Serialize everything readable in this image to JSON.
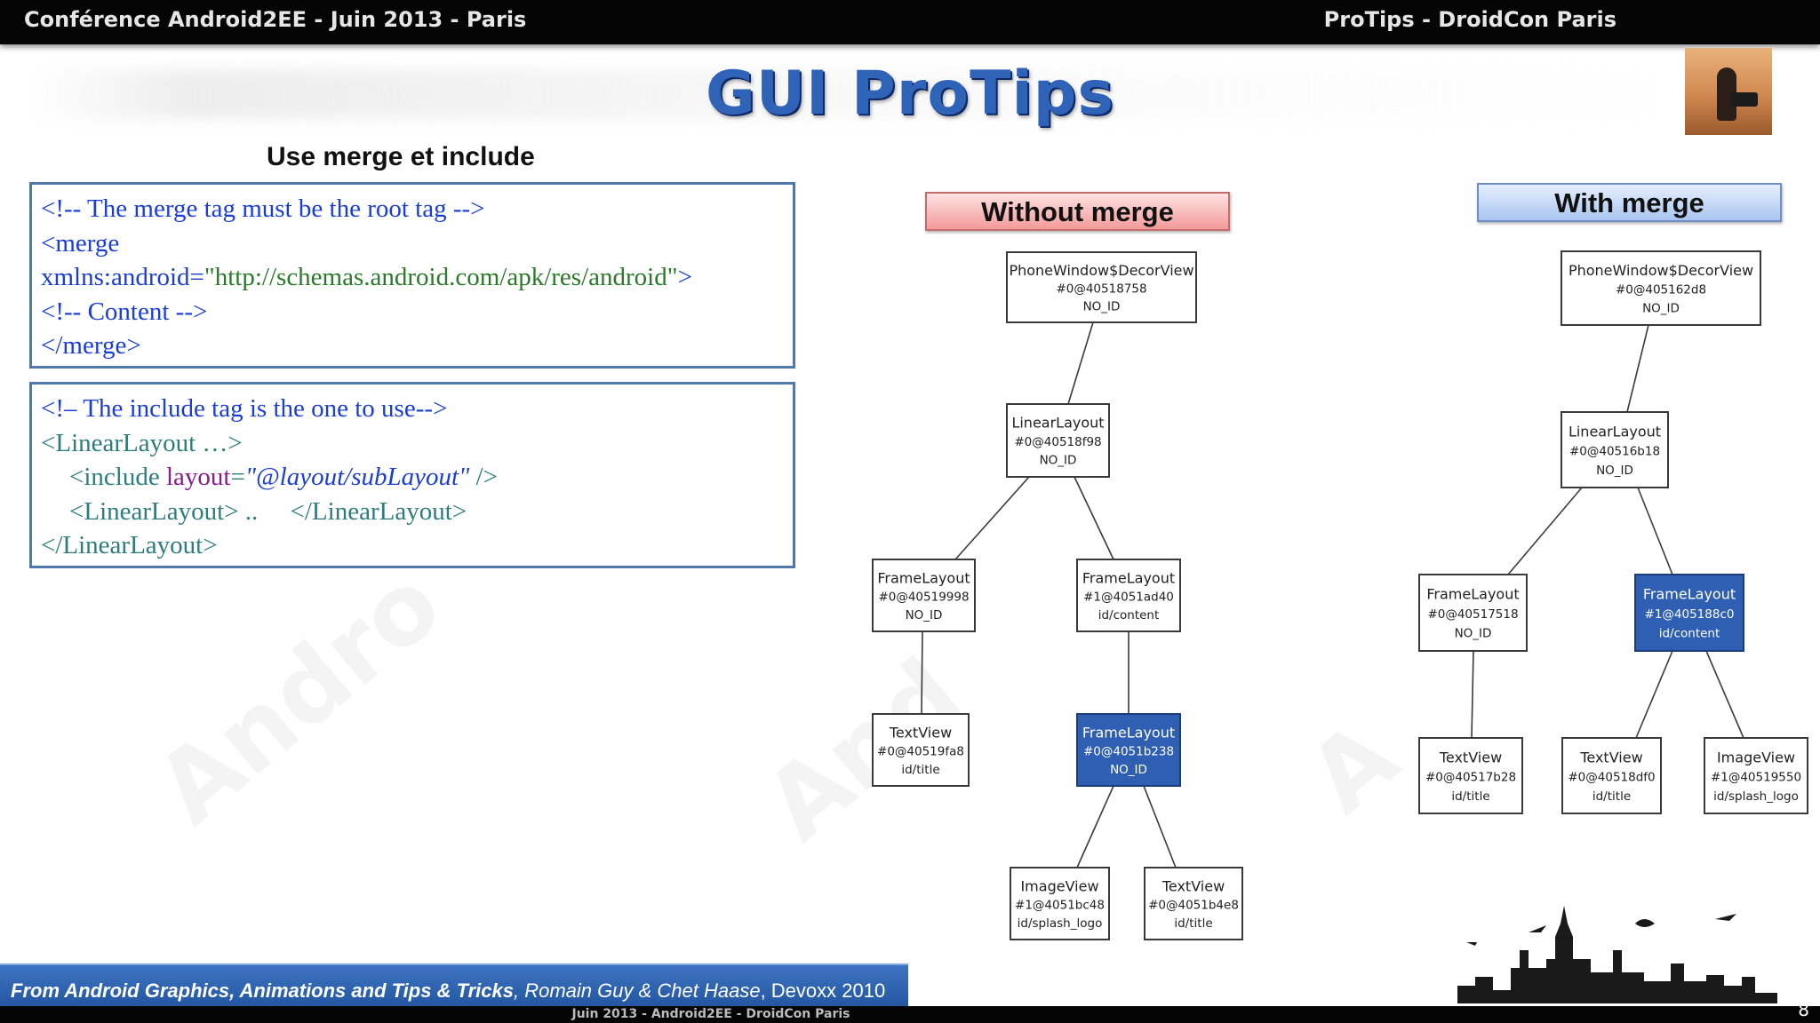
{
  "header": {
    "left_text": "Conférence Android2EE -  Juin 2013 - Paris",
    "right_text": "ProTips - DroidCon Paris"
  },
  "slide": {
    "title": "GUI ProTips",
    "subtitle": "Use merge et include",
    "page_number": "8"
  },
  "code_merge": {
    "line1": "<!-- The merge tag must be the root tag -->",
    "line2": "<merge",
    "line3_attr": "xmlns:android=",
    "line3_value": "\"http://schemas.android.com/apk/res/android\"",
    "line3_end": ">",
    "line4": "<!-- Content -->",
    "line5": "</merge>"
  },
  "code_include": {
    "line1": "<!– The include tag is the one to use-->",
    "line2": "<LinearLayout …>",
    "line3_tag": "<include ",
    "line3_attr": "layout",
    "line3_eq": "=",
    "line3_value": "\"@layout/subLayout\"",
    "line3_end": " />",
    "line4": "<LinearLayout> ..     </LinearLayout>",
    "line5": "</LinearLayout>"
  },
  "without_merge": {
    "label": "Without merge",
    "nodes": [
      {
        "type": "PhoneWindow$DecorView",
        "address": "#0@40518758",
        "id": "NO_ID"
      },
      {
        "type": "LinearLayout",
        "address": "#0@40518f98",
        "id": "NO_ID"
      },
      {
        "type": "FrameLayout",
        "address": "#0@40519998",
        "id": "NO_ID"
      },
      {
        "type": "FrameLayout",
        "address": "#1@4051ad40",
        "id": "id/content"
      },
      {
        "type": "TextView",
        "address": "#0@40519fa8",
        "id": "id/title"
      },
      {
        "type": "FrameLayout",
        "address": "#0@4051b238",
        "id": "NO_ID",
        "selected": true
      },
      {
        "type": "ImageView",
        "address": "#1@4051bc48",
        "id": "id/splash_logo"
      },
      {
        "type": "TextView",
        "address": "#0@4051b4e8",
        "id": "id/title"
      }
    ]
  },
  "with_merge": {
    "label": "With merge",
    "nodes": [
      {
        "type": "PhoneWindow$DecorView",
        "address": "#0@405162d8",
        "id": "NO_ID"
      },
      {
        "type": "LinearLayout",
        "address": "#0@40516b18",
        "id": "NO_ID"
      },
      {
        "type": "FrameLayout",
        "address": "#0@40517518",
        "id": "NO_ID"
      },
      {
        "type": "FrameLayout",
        "address": "#1@405188c0",
        "id": "id/content",
        "selected": true
      },
      {
        "type": "TextView",
        "address": "#0@40517b28",
        "id": "id/title"
      },
      {
        "type": "TextView",
        "address": "#0@40518df0",
        "id": "id/title"
      },
      {
        "type": "ImageView",
        "address": "#1@40519550",
        "id": "id/splash_logo"
      }
    ]
  },
  "footer": {
    "source_title": "From Android Graphics, Animations and Tips & Tricks",
    "authors": ", Romain Guy & Chet Haase",
    "event": ", Devoxx 2010",
    "bottom_line": "Juin 2013 - Android2EE - DroidCon Paris"
  },
  "colors": {
    "title_blue": "#2f63b8",
    "selected_node": "#2f5fb3",
    "without_merge_tag": "#f39a9a",
    "with_merge_tag": "#a9c5f0",
    "footer_blue": "#2a5fab"
  }
}
